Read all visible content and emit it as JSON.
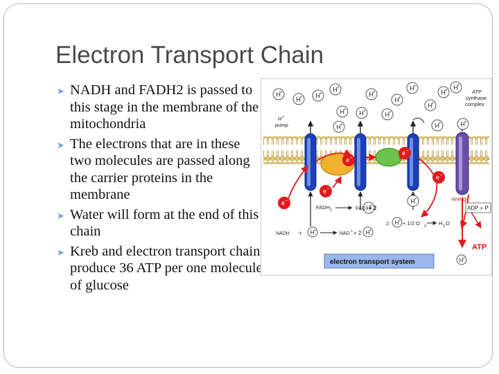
{
  "slide": {
    "title": "Electron Transport Chain",
    "bullets": [
      "NADH and FADH2 is passed to this stage in the membrane of the mitochondria",
      "The electrons that are in these two molecules are passed along the carrier proteins in the membrane",
      "Water will form at the end of this chain",
      "Kreb and electron transport chain produce 36 ATP per one molecule of glucose"
    ]
  },
  "diagram": {
    "labels": {
      "atp_synthase_1": "ATP",
      "atp_synthase_2": "synthase",
      "atp_synthase_3": "complex",
      "h_pump_1": "H",
      "h_pump_2": "pump",
      "energy": "energy",
      "adp": "ADP + P",
      "atp": "ATP",
      "system": "electron transport system"
    },
    "equations": {
      "fadh2": "FADH",
      "fadh2_sub": "2",
      "fad": "FAD",
      "fad_plus": "+ 2",
      "water_lhs": "2",
      "water_mid": "+ 1/2 O",
      "water_mid_sub": "2",
      "water_rhs": "H",
      "water_rhs_sub": "2",
      "water_rhs_o": "O",
      "nadh": "NADH",
      "nadh_plus": "+",
      "nad": "NAD",
      "nad_plus": "+ 2"
    },
    "symbols": {
      "proton": "H",
      "proton_sup": "+",
      "electron": "e",
      "electron_sup": "−"
    },
    "colors": {
      "membrane": "#d8b95a",
      "protein_blue": "#1d3fb8",
      "protein_purple": "#6a4fa8",
      "electron": "#e01a1a",
      "complex_orange": "#f0b030",
      "complex_green": "#6cc24a",
      "label_box": "#9ab8ec",
      "atp_text": "#d8141a"
    }
  }
}
